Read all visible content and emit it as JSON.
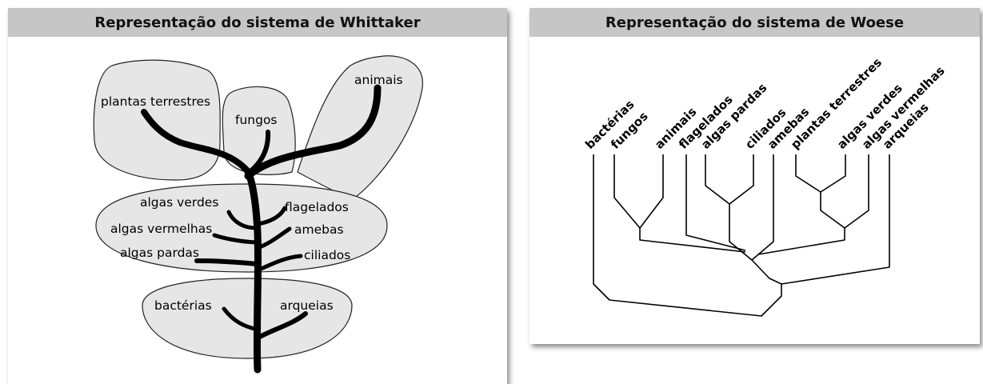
{
  "left": {
    "title": "Representação do sistema de Whittaker",
    "labels": {
      "plantas_terrestres": "plantas terrestres",
      "fungos": "fungos",
      "animais": "animais",
      "algas_verdes": "algas verdes",
      "algas_vermelhas": "algas vermelhas",
      "algas_pardas": "algas pardas",
      "flagelados": "flagelados",
      "amebas": "amebas",
      "ciliados": "ciliados",
      "bacterias": "bactérias",
      "arqueias": "arqueias"
    },
    "colors": {
      "region_fill": "#e6e6e6",
      "branch": "#000000"
    }
  },
  "right": {
    "title": "Representação do sistema de Woese",
    "taxa": [
      "bactérias",
      "fungos",
      "animais",
      "flagelados",
      "algas pardas",
      "ciliados",
      "amebas",
      "plantas terrestres",
      "algas verdes",
      "algas vermelhas",
      "arqueias"
    ]
  },
  "colors": {
    "header": "#c6c6c6"
  }
}
